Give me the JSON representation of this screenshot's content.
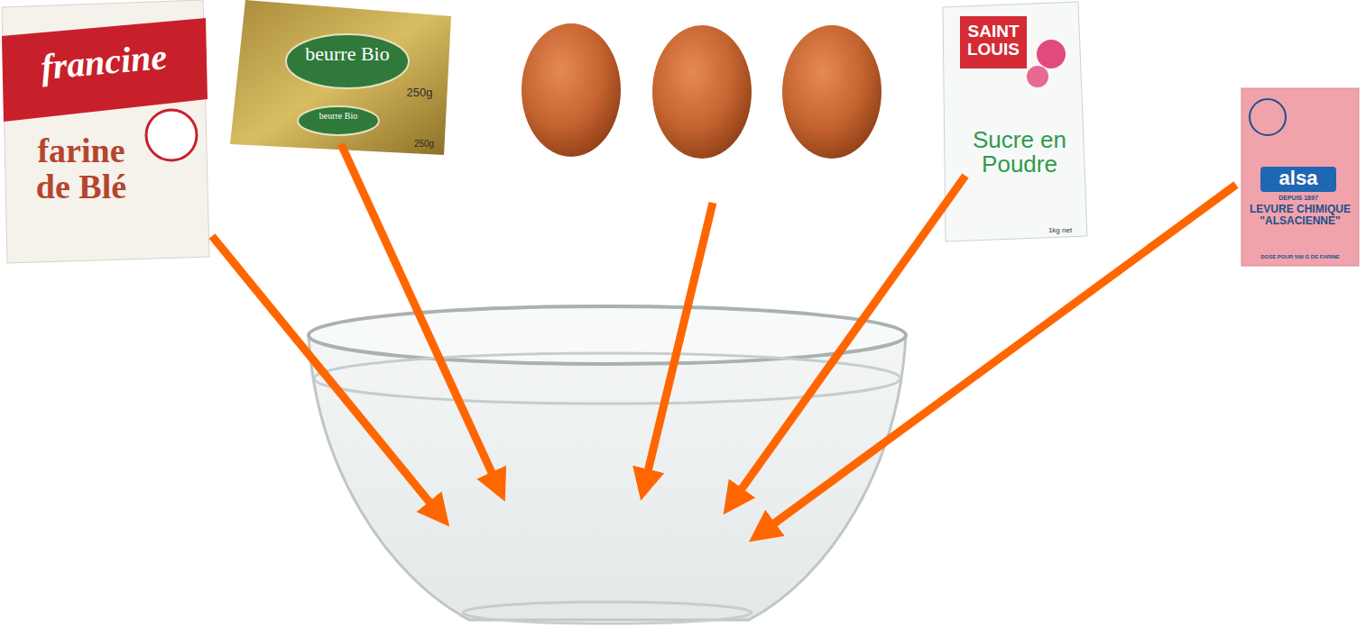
{
  "diagram": {
    "nodes": [
      {
        "text": [
          "francine",
          "farine de Blé"
        ]
      },
      {
        "text": [
          "beurre Bio",
          "250g",
          "beurre Bio",
          "250g"
        ]
      },
      {
        "text": [
          "SAINT LOUIS",
          "Sucre en Poudre",
          "1kg net"
        ]
      },
      {
        "text": [
          "alsa",
          "DEPUIS 1897",
          "LEVURE CHIMIQUE \"ALSACIENNE\"",
          "DOSE POUR 500 G DE FARINE"
        ]
      }
    ]
  }
}
